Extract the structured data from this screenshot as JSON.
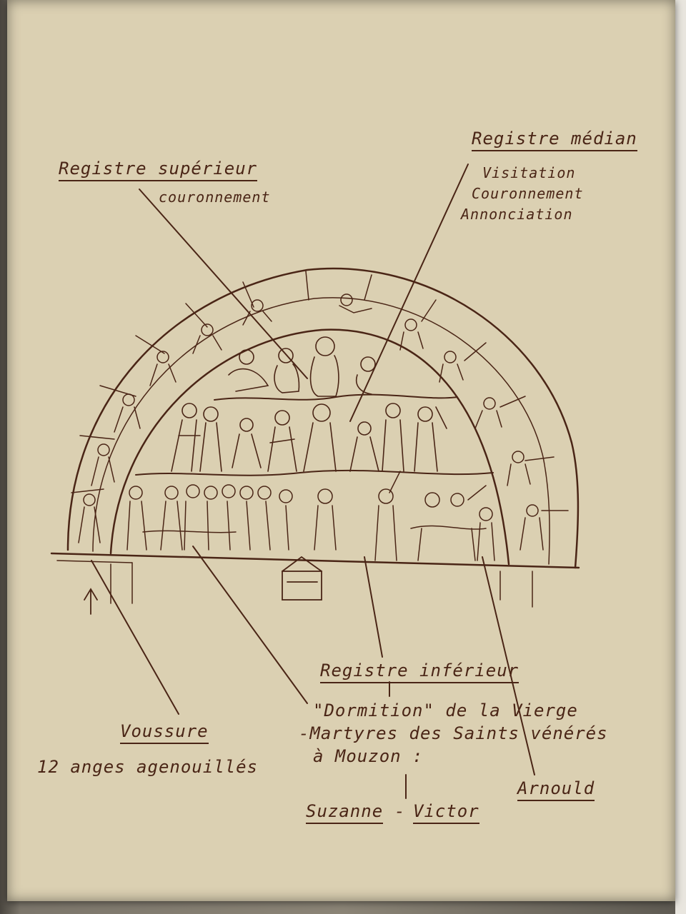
{
  "labels": {
    "registre_superieur": "Registre supérieur",
    "couronnement_sup": "couronnement",
    "registre_median": "Registre médian",
    "median_items": [
      "Visitation",
      "Couronnement",
      "Annonciation"
    ],
    "registre_inferieur": "Registre inférieur",
    "dormition": "\"Dormition\" de la Vierge",
    "martyres_1": "-Martyres des Saints vénérés",
    "martyres_2": "à Mouzon :",
    "voussure": "Voussure",
    "anges": "12 anges agenouillés",
    "arnould": "Arnould",
    "suzanne": "Suzanne",
    "victor": "Victor"
  },
  "colors": {
    "ink": "#4a2516",
    "paper": "#dbd0b2"
  }
}
